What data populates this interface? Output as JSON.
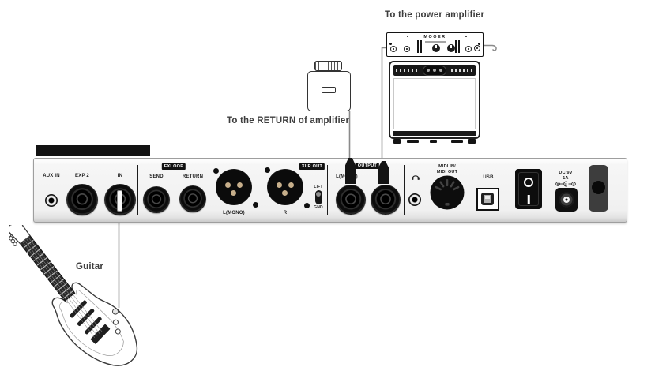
{
  "annotations": {
    "to_power_amplifier": "To the power amplifier",
    "to_return_of_amplifier": "To the RETURN of amplifier",
    "guitar": "Guitar"
  },
  "amp_head": {
    "brand": "MOOER"
  },
  "rear_panel": {
    "aux_in_label": "AUX IN",
    "exp2_label": "EXP 2",
    "in_label": "IN",
    "fxloop_badge": "FXLOOP",
    "send_label": "SEND",
    "return_label": "RETURN",
    "xlr_out_badge": "XLR OUT",
    "xlr_left_label": "L(MONO)",
    "xlr_right_label": "R",
    "lift_label": "LIFT",
    "gnd_label": "GND",
    "output_badge": "OUTPUT",
    "output_left_label": "L(MONO)",
    "midi_label_line1": "MIDI IN/",
    "midi_label_line2": "MIDI OUT",
    "usb_label": "USB",
    "dc_label_line1": "DC 9V",
    "dc_label_line2": "1A"
  },
  "colors": {
    "cable": "#8a8a8a",
    "badge_bg": "#111111",
    "xlr_pin": "#c7af8b",
    "annotation_text": "#3d3d3d",
    "panel_bg": "#f0f0f0"
  }
}
